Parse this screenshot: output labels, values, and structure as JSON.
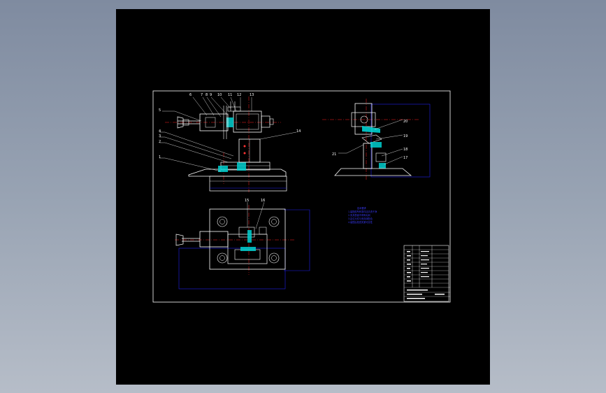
{
  "colors": {
    "background_outer": "#8e99ab",
    "viewport": "#000000",
    "lines": "#ffffff",
    "dimensions": "#2222ee",
    "centerlines": "#ff2020",
    "hatch": "#00d0d0",
    "notes": "#3b3bff"
  },
  "drawing": {
    "front_view": {
      "labels": [
        "6",
        "7",
        "8",
        "9",
        "10",
        "11",
        "12",
        "13",
        "14",
        "5",
        "4",
        "3",
        "2",
        "1"
      ]
    },
    "side_view": {
      "labels": [
        "20",
        "19",
        "18",
        "21",
        "17"
      ]
    },
    "top_view": {
      "labels": [
        "15",
        "16"
      ]
    },
    "technical_notes": {
      "title": "技术要求",
      "lines": [
        "1.装配前所有零件应清洗干净",
        "2.夹具表面不得有毛刺",
        "3.定位元件与夹具体配合",
        "4.装配后检查夹紧可靠性"
      ]
    }
  }
}
